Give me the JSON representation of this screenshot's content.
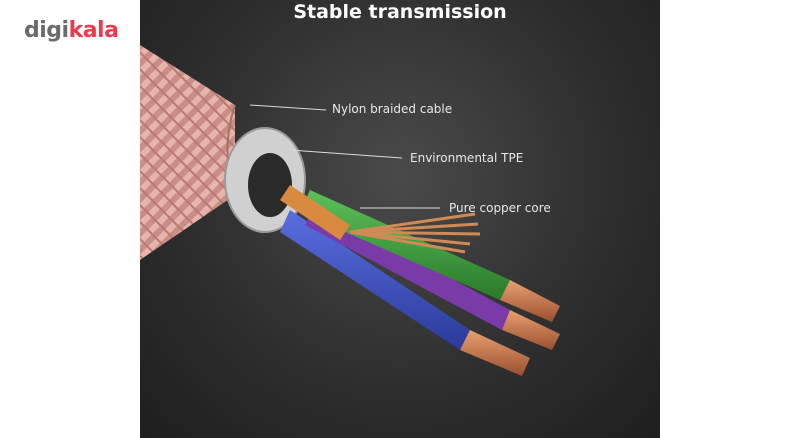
{
  "brand": {
    "part1": "digi",
    "part2": "kala"
  },
  "title": "Stable transmission",
  "labels": {
    "nylon": "Nylon braided cable",
    "tpe": "Environmental TPE",
    "copper": "Pure copper core"
  },
  "colors": {
    "brand_red": "#ef394e",
    "braid": "#d9a59a",
    "tpe": "#d8d8d8",
    "wire_orange": "#d77a3a",
    "wire_green": "#3aa03a",
    "wire_blue": "#3a52c8",
    "wire_purple": "#7a3a9a",
    "copper": "#c9784a"
  }
}
